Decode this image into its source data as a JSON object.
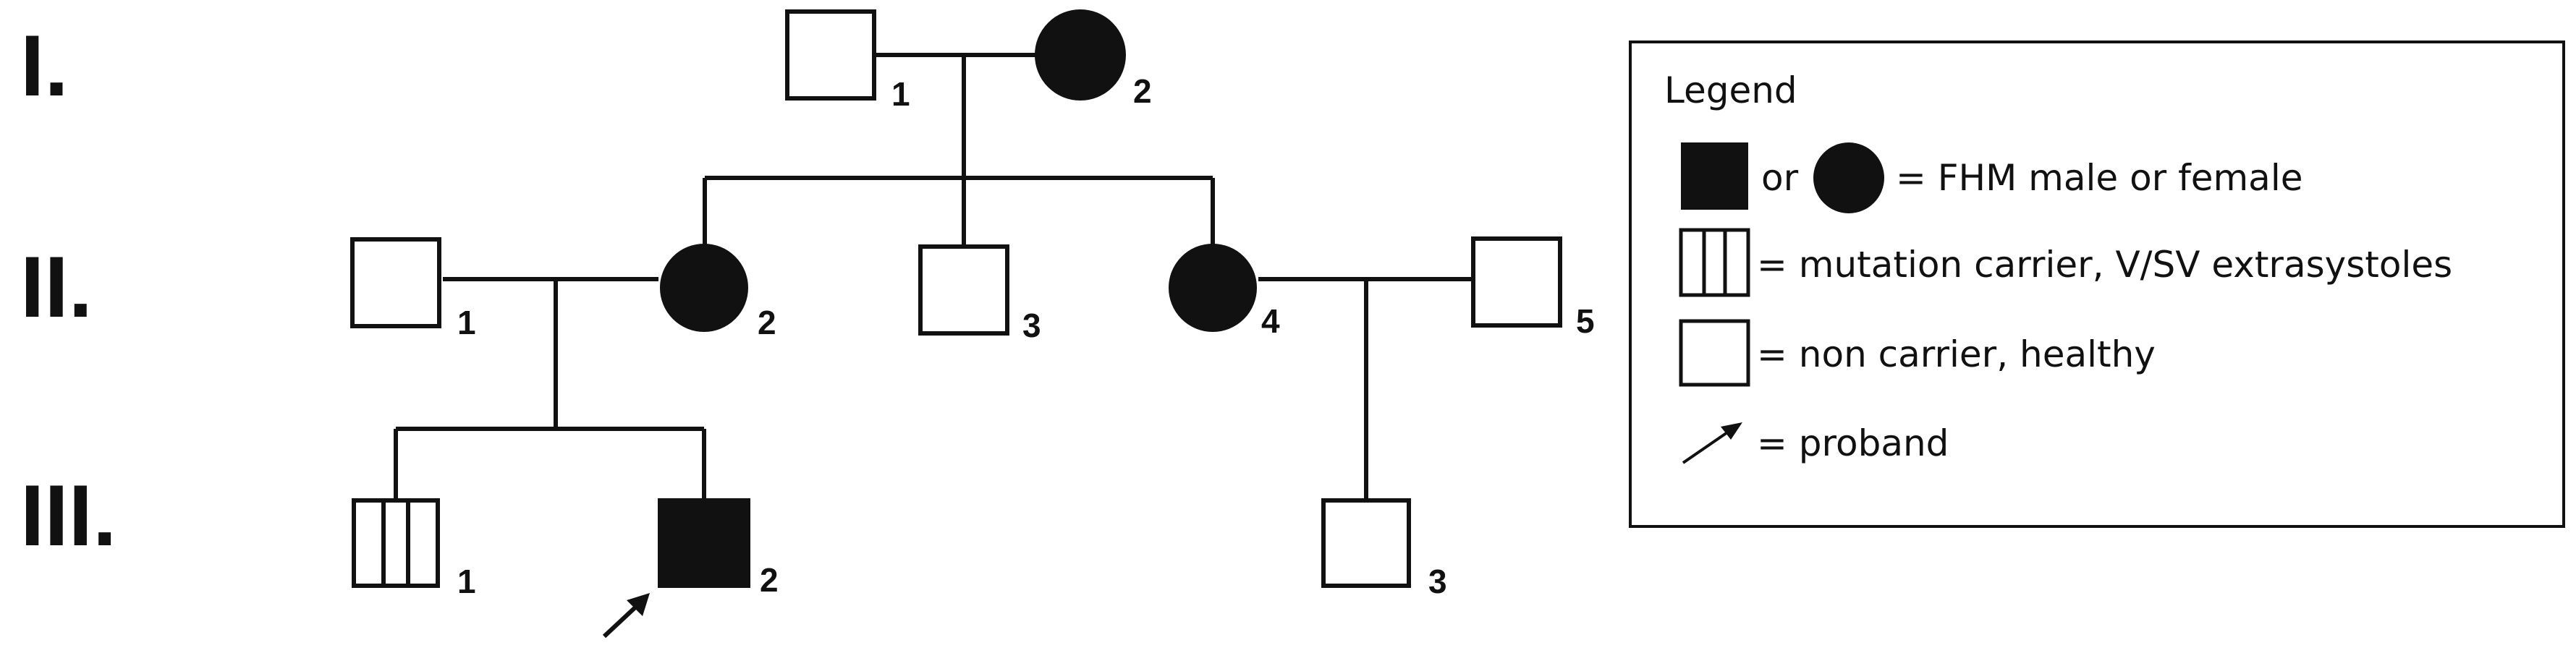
{
  "generations": [
    {
      "id": "gen-1",
      "label": "I."
    },
    {
      "id": "gen-2",
      "label": "II."
    },
    {
      "id": "gen-3",
      "label": "III."
    }
  ],
  "individuals": [
    {
      "id": "I-1",
      "sex": "male",
      "status": "non-carrier",
      "label": "1"
    },
    {
      "id": "I-2",
      "sex": "female",
      "status": "affected",
      "label": "2"
    },
    {
      "id": "II-1",
      "sex": "male",
      "status": "non-carrier",
      "label": "1"
    },
    {
      "id": "II-2",
      "sex": "female",
      "status": "affected",
      "label": "2"
    },
    {
      "id": "II-3",
      "sex": "male",
      "status": "non-carrier",
      "label": "3"
    },
    {
      "id": "II-4",
      "sex": "female",
      "status": "affected",
      "label": "4"
    },
    {
      "id": "II-5",
      "sex": "male",
      "status": "non-carrier",
      "label": "5"
    },
    {
      "id": "III-1",
      "sex": "male",
      "status": "carrier",
      "label": "1"
    },
    {
      "id": "III-2",
      "sex": "male",
      "status": "affected",
      "label": "2",
      "proband": true
    },
    {
      "id": "III-3",
      "sex": "male",
      "status": "non-carrier",
      "label": "3"
    }
  ],
  "legend": {
    "title": "Legend",
    "affected_or": "or",
    "affected_text": "= FHM male or female",
    "carrier_text": "= mutation carrier, V/SV extrasystoles",
    "noncarrier_text": "= non carrier, healthy",
    "proband_text": "= proband"
  },
  "colors": {
    "ink": "#111111",
    "background": "#ffffff"
  }
}
